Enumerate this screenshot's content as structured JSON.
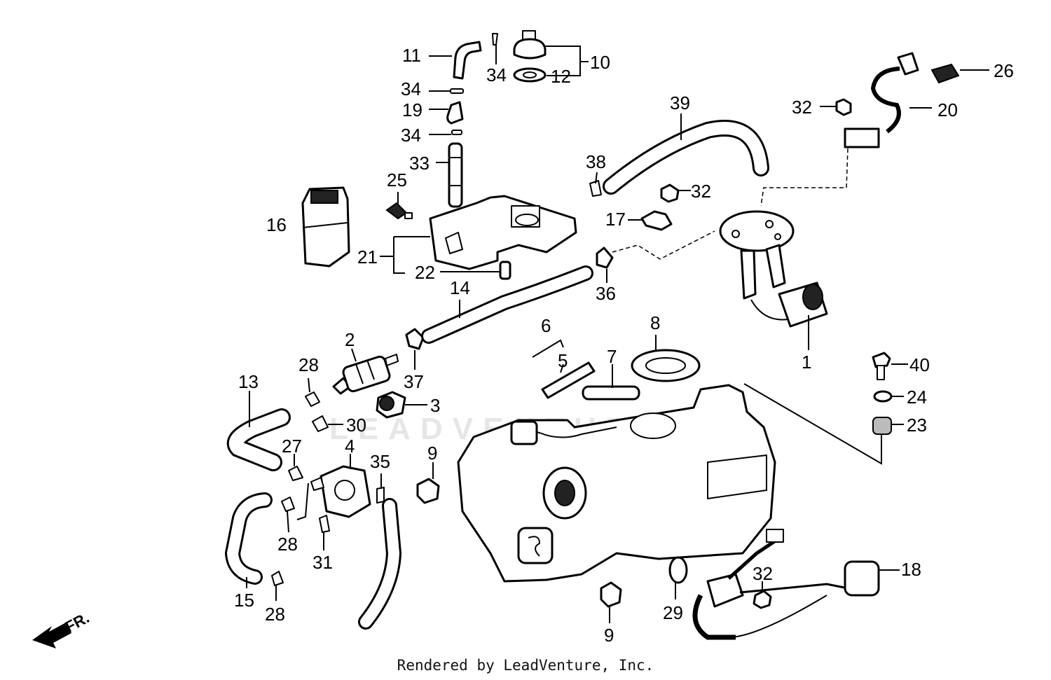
{
  "footer": "Rendered by LeadVenture, Inc.",
  "watermark": "LEADVENTURE",
  "direction": "FR.",
  "callouts": [
    "1",
    "2",
    "3",
    "4",
    "5",
    "6",
    "7",
    "8",
    "9",
    "9",
    "10",
    "11",
    "12",
    "13",
    "14",
    "15",
    "16",
    "17",
    "18",
    "19",
    "20",
    "21",
    "22",
    "23",
    "24",
    "25",
    "26",
    "27",
    "28",
    "28",
    "28",
    "28",
    "29",
    "30",
    "31",
    "32",
    "32",
    "32",
    "33",
    "34",
    "34",
    "34",
    "35",
    "36",
    "37",
    "38",
    "39",
    "40"
  ]
}
